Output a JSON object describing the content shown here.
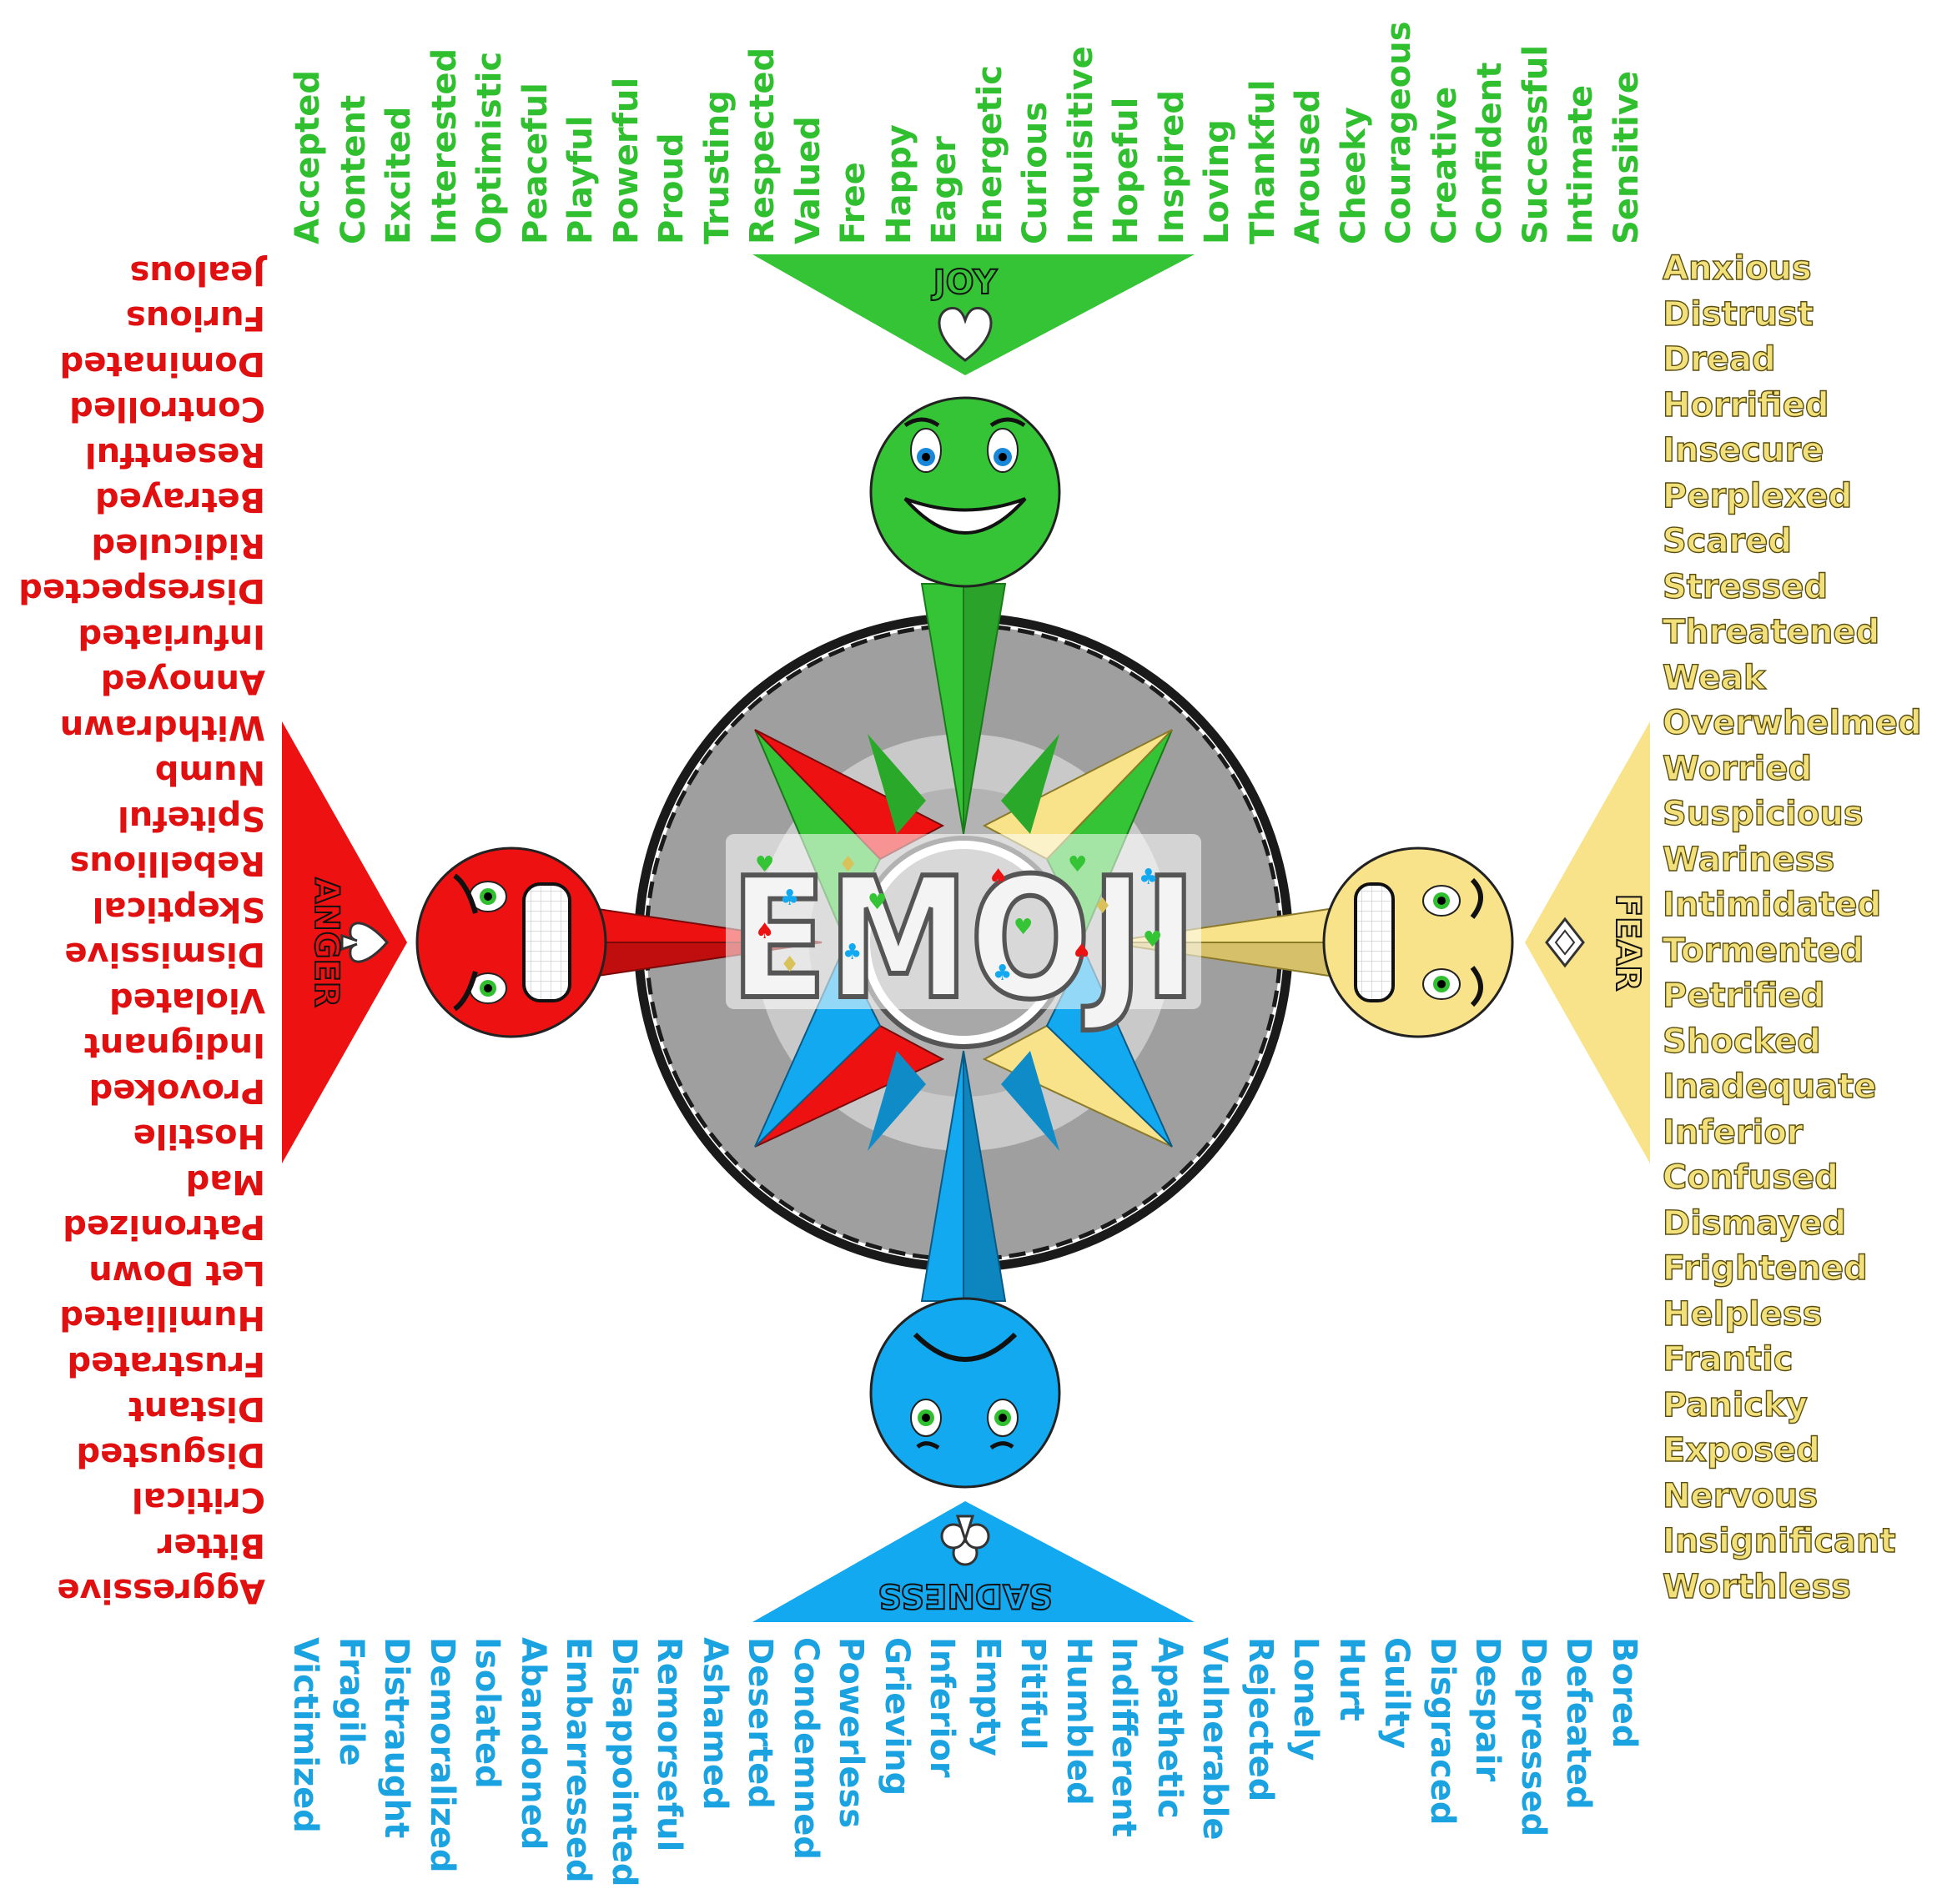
{
  "center_title": "EMOJI",
  "colors": {
    "joy": "#35c435",
    "sadness": "#13a9f0",
    "anger": "#ee1111",
    "fear": "#f8e28a",
    "ring_gray": "#9f9f9f"
  },
  "categories": {
    "joy": {
      "label": "JOY",
      "icon": "heart-icon",
      "words": [
        "Accepted",
        "Content",
        "Excited",
        "Interested",
        "Optimistic",
        "Peaceful",
        "Playful",
        "Powerful",
        "Proud",
        "Trusting",
        "Respected",
        "Valued",
        "Free",
        "Happy",
        "Eager",
        "Energetic",
        "Curious",
        "Inquisitive",
        "Hopeful",
        "Inspired",
        "Loving",
        "Thankful",
        "Aroused",
        "Cheeky",
        "Courageous",
        "Creative",
        "Confident",
        "Successful",
        "Intimate",
        "Sensitive"
      ]
    },
    "sadness": {
      "label": "SADNESS",
      "icon": "club-icon",
      "words": [
        "Victimized",
        "Fragile",
        "Distraught",
        "Demoralized",
        "Isolated",
        "Abandoned",
        "Embarressed",
        "Disappointed",
        "Remorseful",
        "Ashamed",
        "Deserted",
        "Condemned",
        "Powerless",
        "Grieving",
        "Inferior",
        "Empty",
        "Pitiful",
        "Humbled",
        "Indifferent",
        "Apathetic",
        "Vulnerable",
        "Rejected",
        "Lonely",
        "Hurt",
        "Guilty",
        "Disgraced",
        "Despair",
        "Depressed",
        "Defeated",
        "Bored"
      ]
    },
    "anger": {
      "label": "ANGER",
      "icon": "spade-icon",
      "words": [
        "Aggressive",
        "Bitter",
        "Critical",
        "Disgusted",
        "Distant",
        "Frustrated",
        "Humiliated",
        "Let Down",
        "Patronized",
        "Mad",
        "Hostile",
        "Provoked",
        "Indignant",
        "Violated",
        "Dismissive",
        "Skeptical",
        "Rebellious",
        "Spiteful",
        "Numb",
        "Withdrawn",
        "Annoyed",
        "Infuriated",
        "Disrespected",
        "Ridiculed",
        "Betrayed",
        "Resentful",
        "Controlled",
        "Dominated",
        "Furious",
        "Jealous"
      ]
    },
    "fear": {
      "label": "FEAR",
      "icon": "diamond-icon",
      "words": [
        "Anxious",
        "Distrust",
        "Dread",
        "Horrified",
        "Insecure",
        "Perplexed",
        "Scared",
        "Stressed",
        "Threatened",
        "Weak",
        "Overwhelmed",
        "Worried",
        "Suspicious",
        "Wariness",
        "Intimidated",
        "Tormented",
        "Petrified",
        "Shocked",
        "Inadequate",
        "Inferior",
        "Confused",
        "Dismayed",
        "Frightened",
        "Helpless",
        "Frantic",
        "Panicky",
        "Exposed",
        "Nervous",
        "Insignificant",
        "Worthless"
      ]
    }
  }
}
